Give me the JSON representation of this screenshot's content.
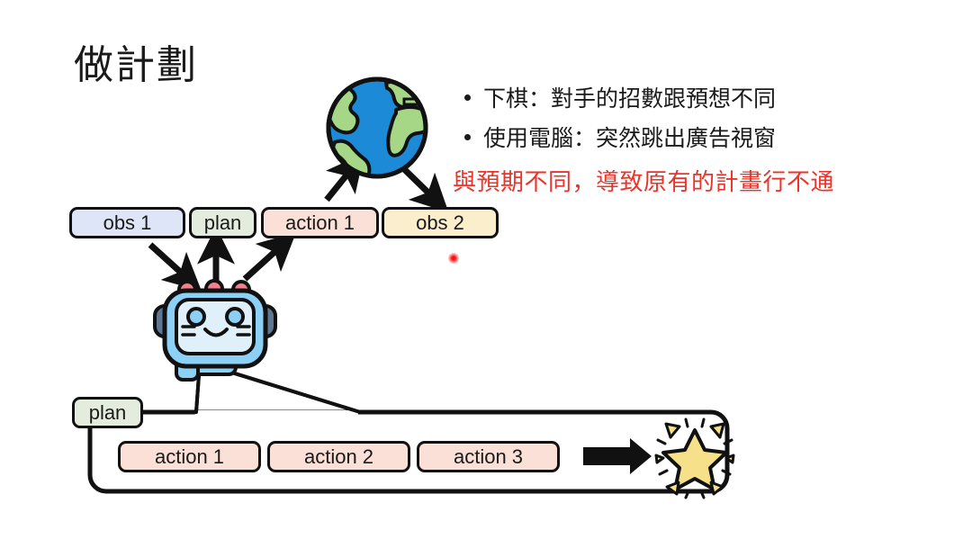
{
  "slide": {
    "title": "做計劃",
    "background_color": "#ffffff"
  },
  "bullets": [
    {
      "text": "下棋：對手的招數跟預想不同"
    },
    {
      "text": "使用電腦：突然跳出廣告視窗"
    }
  ],
  "highlight": {
    "text": "與預期不同，導致原有的計畫行不通",
    "color": "#e8342b"
  },
  "top_sequence": {
    "boxes": [
      {
        "label": "obs 1",
        "color": "#dde5f7"
      },
      {
        "label": "plan",
        "color": "#e4ecdd"
      },
      {
        "label": "action 1",
        "color": "#fbe0d7"
      },
      {
        "label": "obs 2",
        "color": "#fbeecc"
      }
    ]
  },
  "plan_panel": {
    "tab_label": "plan",
    "tab_color": "#e4ecdd",
    "actions": [
      {
        "label": "action 1",
        "color": "#fbe0d7"
      },
      {
        "label": "action 2",
        "color": "#fbe0d7"
      },
      {
        "label": "action 3",
        "color": "#fbe0d7"
      }
    ],
    "result_icon": "sparkling-star-icon",
    "arrow_icon": "right-arrow-icon"
  },
  "icons": {
    "globe": "globe-icon",
    "robot": "robot-icon",
    "laser_pointer": "laser-pointer-dot"
  },
  "colors": {
    "outline": "#111111",
    "globe_ocean": "#1c8ad6",
    "globe_land": "#a5d787",
    "robot_body": "#8dd0f5",
    "robot_face": "#dff0fb",
    "robot_ear": "#5f7791",
    "robot_bump": "#f4808f",
    "star_fill": "#f7e08a"
  }
}
